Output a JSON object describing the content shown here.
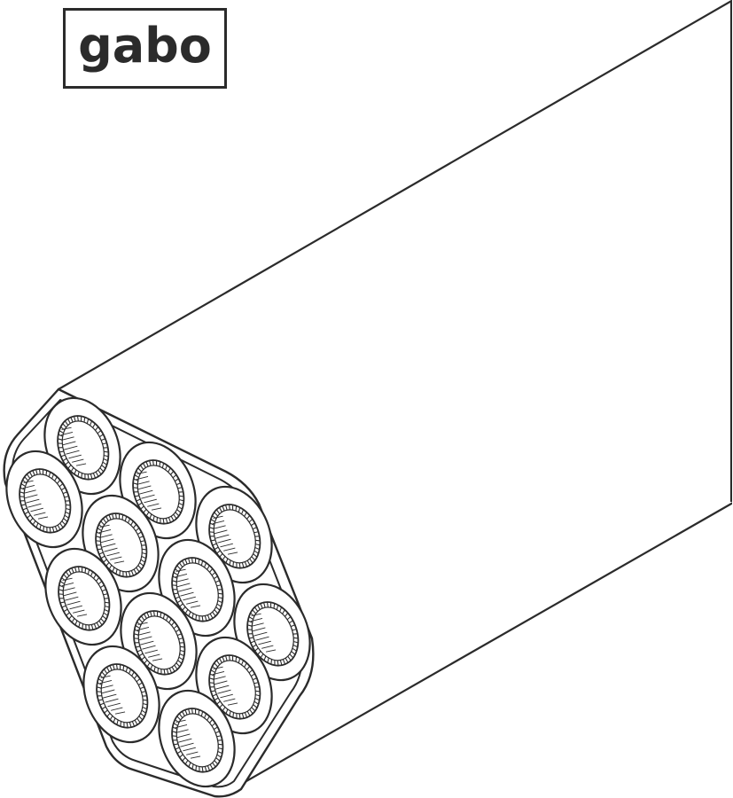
{
  "brand": {
    "logo_text": "gabo"
  },
  "illustration": {
    "subject": "microduct-bundle-cross-section",
    "duct_count": 12,
    "colors": {
      "line": "#2b2b2b",
      "fill": "#ffffff"
    }
  }
}
